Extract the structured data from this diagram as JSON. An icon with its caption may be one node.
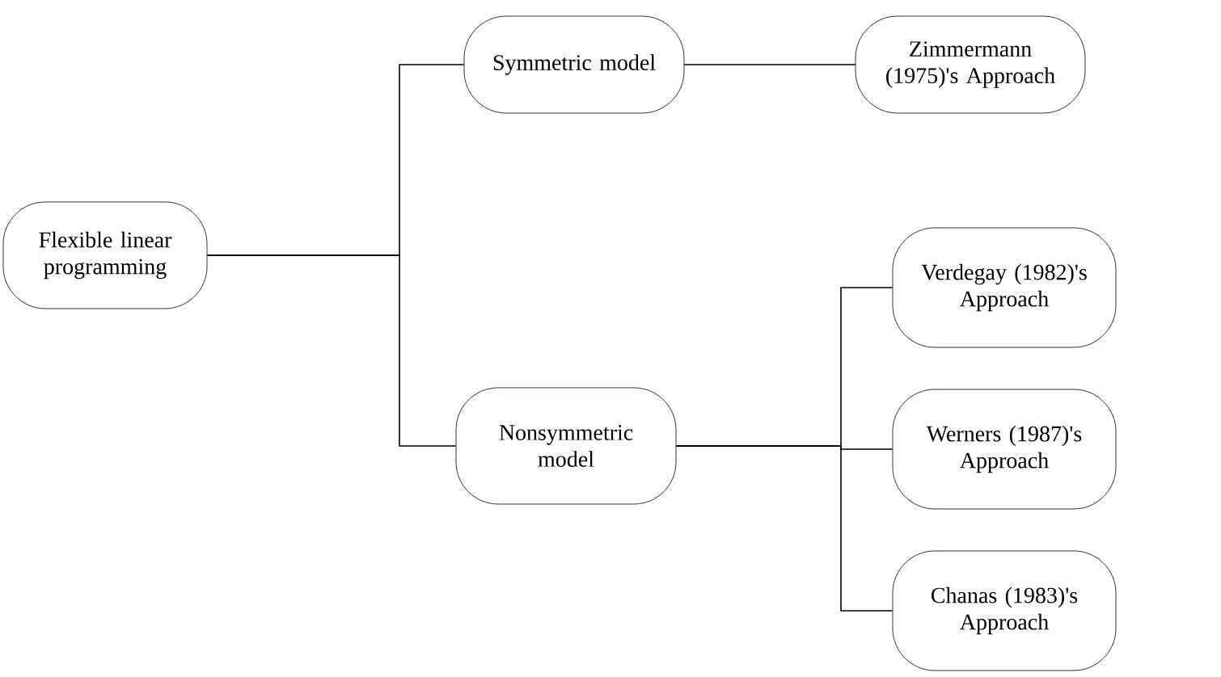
{
  "diagram": {
    "nodes": [
      {
        "text": [
          "Flexible linear programming"
        ]
      },
      {
        "text": [
          "Symmetric model"
        ]
      },
      {
        "text": [
          "Zimmermann (1975)'s Approach"
        ]
      },
      {
        "text": [
          "Nonsymmetric model"
        ]
      },
      {
        "text": [
          "Verdegay (1982)'s Approach"
        ]
      },
      {
        "text": [
          "Werners (1987)'s Approach"
        ]
      },
      {
        "text": [
          "Chanas (1983)'s Approach"
        ]
      }
    ],
    "edges": [
      {
        "from": 0,
        "to": 1,
        "arrow": "none"
      },
      {
        "from": 0,
        "to": 3,
        "arrow": "none"
      },
      {
        "from": 1,
        "to": 2,
        "arrow": "none"
      },
      {
        "from": 3,
        "to": 4,
        "arrow": "none"
      },
      {
        "from": 3,
        "to": 5,
        "arrow": "none"
      },
      {
        "from": 3,
        "to": 6,
        "arrow": "none"
      }
    ]
  }
}
